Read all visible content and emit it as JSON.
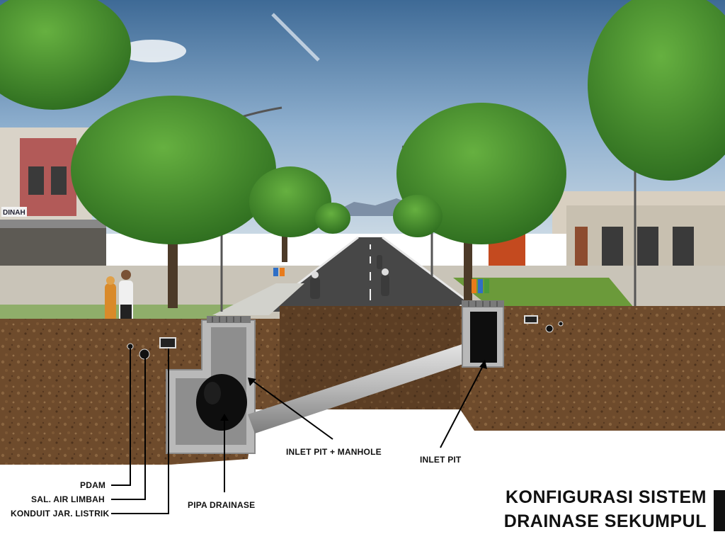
{
  "title": {
    "line1": "KONFIGURASI SISTEM",
    "line2": "DRAINASE SEKUMPUL"
  },
  "labels": {
    "pdam": "PDAM",
    "sal_air_limbah": "SAL. AIR LIMBAH",
    "konduit": "KONDUIT JAR. LISTRIK",
    "pipa_drainase": "PIPA DRAINASE",
    "inlet_manhole": "INLET PIT + MANHOLE",
    "inlet_pit": "INLET PIT"
  },
  "signs": {
    "shop_sign": "DINAH"
  },
  "colors": {
    "sky": "#6f93b8",
    "soil": "#6b4a2c",
    "concrete": "#b4b4b4",
    "tree": "#3f8c2a",
    "road": "#4a4a4a"
  }
}
